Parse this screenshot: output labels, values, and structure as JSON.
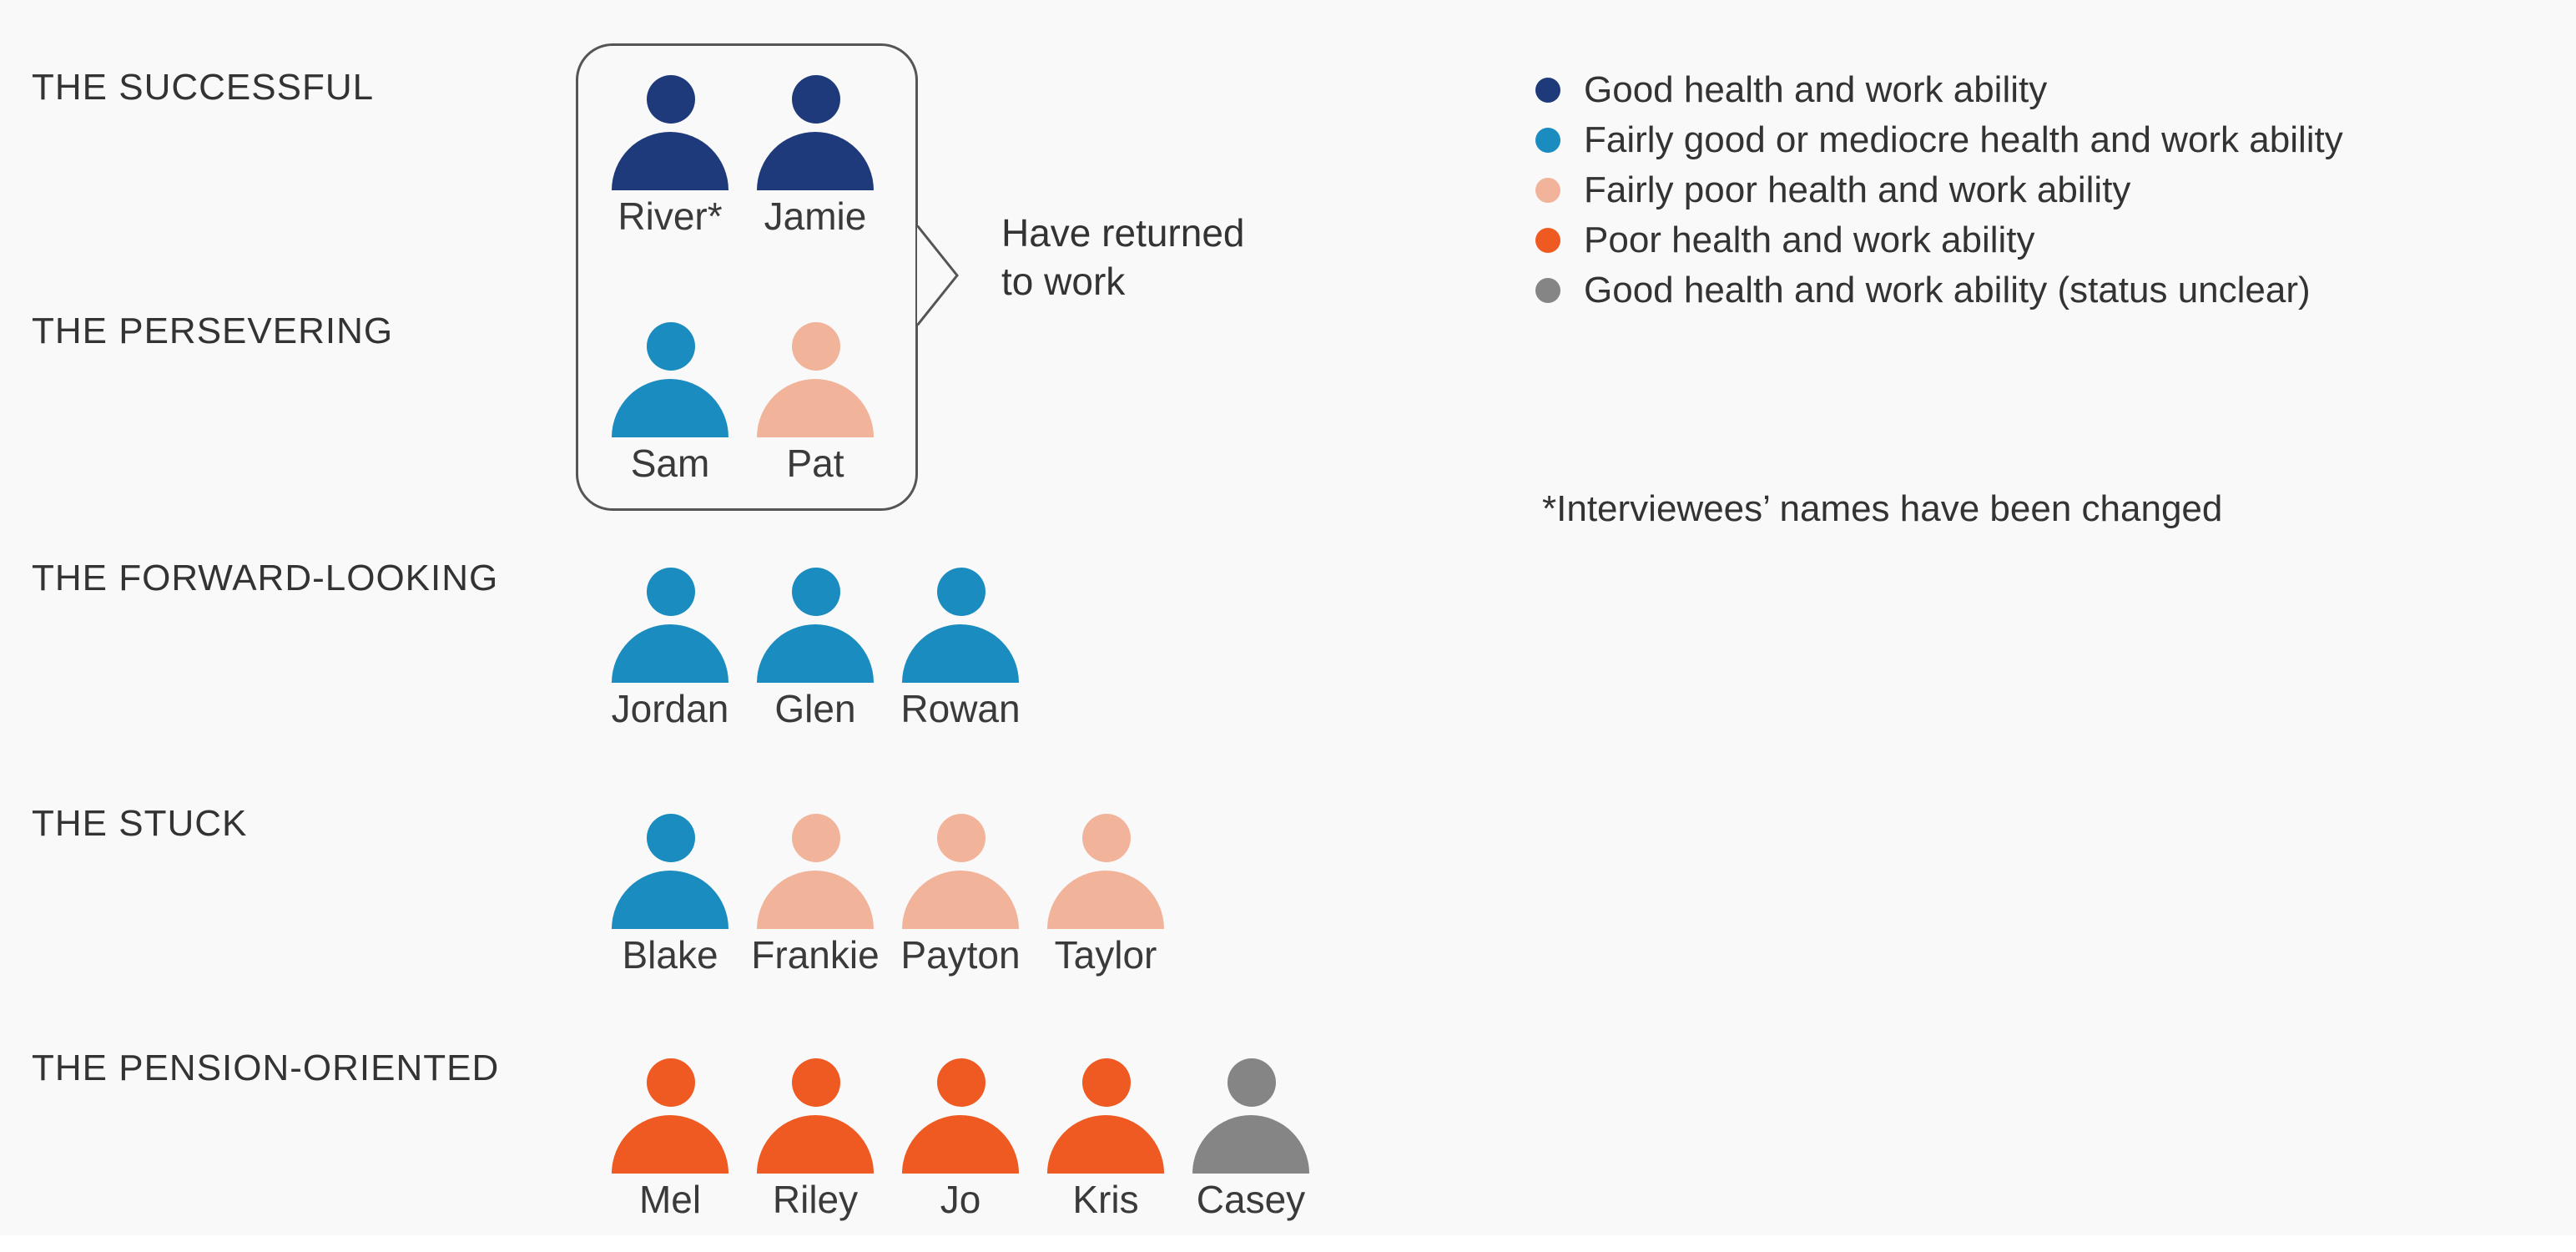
{
  "colors": {
    "good": "#1f3a7a",
    "fairly_good": "#1a8cc0",
    "fairly_poor": "#f2b39b",
    "poor": "#ee5a22",
    "unclear": "#858585"
  },
  "groups": [
    {
      "label": "THE SUCCESSFUL"
    },
    {
      "label": "THE PERSEVERING"
    },
    {
      "label": "THE FORWARD-LOOKING"
    },
    {
      "label": "THE STUCK"
    },
    {
      "label": "THE PENSION-ORIENTED"
    }
  ],
  "people": [
    {
      "name": "River*",
      "group": "THE SUCCESSFUL",
      "status": "good"
    },
    {
      "name": "Jamie",
      "group": "THE SUCCESSFUL",
      "status": "good"
    },
    {
      "name": "Sam",
      "group": "THE PERSEVERING",
      "status": "fairly_good"
    },
    {
      "name": "Pat",
      "group": "THE PERSEVERING",
      "status": "fairly_poor"
    },
    {
      "name": "Jordan",
      "group": "THE FORWARD-LOOKING",
      "status": "fairly_good"
    },
    {
      "name": "Glen",
      "group": "THE FORWARD-LOOKING",
      "status": "fairly_good"
    },
    {
      "name": "Rowan",
      "group": "THE FORWARD-LOOKING",
      "status": "fairly_good"
    },
    {
      "name": "Blake",
      "group": "THE STUCK",
      "status": "fairly_good"
    },
    {
      "name": "Frankie",
      "group": "THE STUCK",
      "status": "fairly_poor"
    },
    {
      "name": "Payton",
      "group": "THE STUCK",
      "status": "fairly_poor"
    },
    {
      "name": "Taylor",
      "group": "THE STUCK",
      "status": "fairly_poor"
    },
    {
      "name": "Mel",
      "group": "THE PENSION-ORIENTED",
      "status": "poor"
    },
    {
      "name": "Riley",
      "group": "THE PENSION-ORIENTED",
      "status": "poor"
    },
    {
      "name": "Jo",
      "group": "THE PENSION-ORIENTED",
      "status": "poor"
    },
    {
      "name": "Kris",
      "group": "THE PENSION-ORIENTED",
      "status": "poor"
    },
    {
      "name": "Casey",
      "group": "THE PENSION-ORIENTED",
      "status": "unclear"
    }
  ],
  "callout": {
    "text": "Have returned\nto work"
  },
  "legend": [
    {
      "label": "Good health and work ability",
      "color": "#1f3a7a"
    },
    {
      "label": "Fairly good or mediocre health and work ability",
      "color": "#1a8cc0"
    },
    {
      "label": "Fairly poor health and work ability",
      "color": "#f2b39b"
    },
    {
      "label": "Poor health and work ability",
      "color": "#ee5a22"
    },
    {
      "label": "Good health and work ability (status unclear)",
      "color": "#858585"
    }
  ],
  "footnote": "*Interviewees’ names have been changed"
}
